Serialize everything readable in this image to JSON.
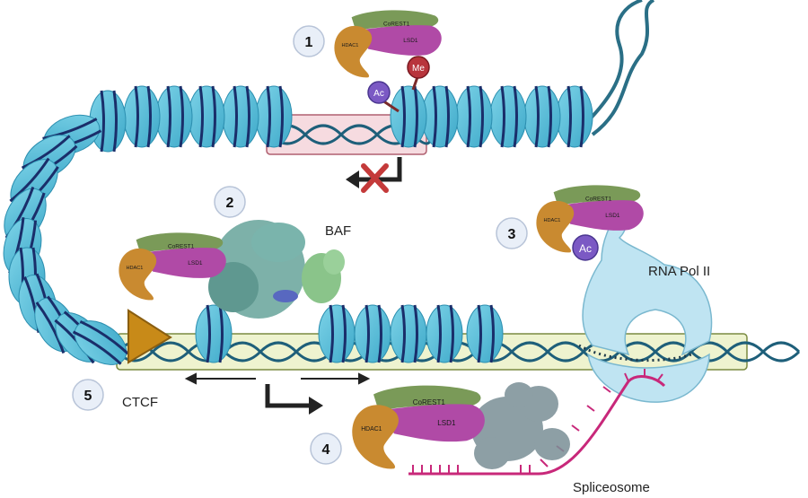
{
  "steps": [
    "1",
    "2",
    "3",
    "4",
    "5"
  ],
  "complex": {
    "corest": "CoREST1",
    "lsd": "LSD1",
    "hdac": "HDAC1"
  },
  "marks": {
    "acetyl": "Ac",
    "methyl": "Me"
  },
  "labels": {
    "baf": "BAF",
    "rna_pol": "RNA Pol II",
    "ctcf": "CTCF",
    "spliceosome": "Spliceosome"
  },
  "colors": {
    "nucleosome": "#5bbfd8",
    "nucleosome_dark": "#2c8fb0",
    "dna": "#1e5f7a",
    "corest": "#7a9a58",
    "lsd": "#b04aa6",
    "hdac": "#c98a30",
    "acetyl": "#7b59c4",
    "methyl": "#b8343c",
    "ctcf": "#c88a18",
    "pol": "#bfe4f2",
    "spliceosome_rna": "#c8287a",
    "block_x": "#c43a3a"
  }
}
